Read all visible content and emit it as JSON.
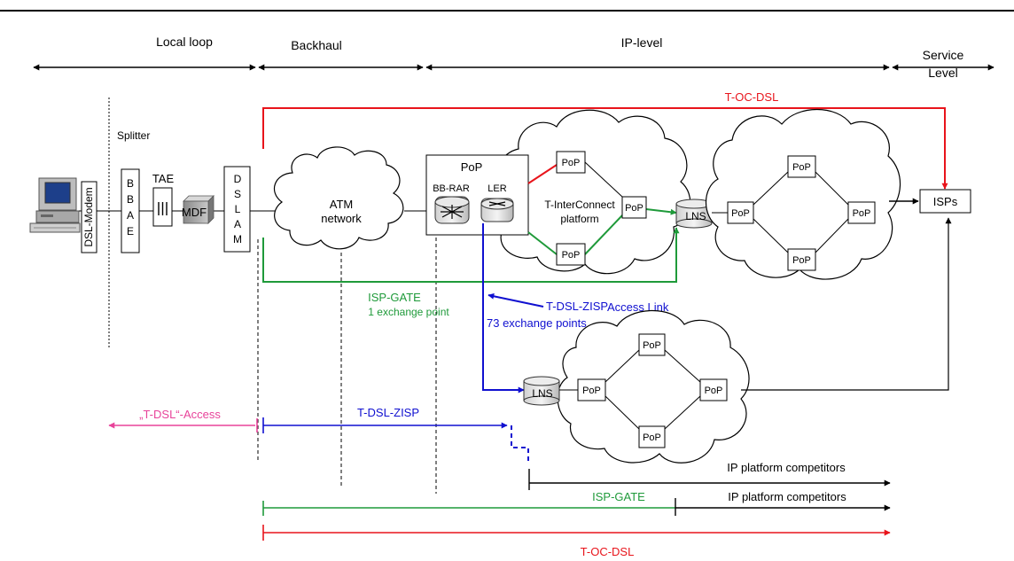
{
  "zones": {
    "local_loop": "Local loop",
    "backhaul": "Backhaul",
    "ip_level": "IP-level",
    "service_level_1": "Service",
    "service_level_2": "Level"
  },
  "labels": {
    "t_oc_dsl_top": "T-OC-DSL",
    "t_oc_dsl_bottom": "T-OC-DSL",
    "splitter": "Splitter",
    "dsl_modem": "DSL-Modem",
    "bbae": "BBAE",
    "tae": "TAE",
    "mdf": "MDF",
    "dslam": "DSLAM",
    "atm_1": "ATM",
    "atm_2": "network",
    "pop_box_title": "PoP",
    "bb_rar": "BB-RAR",
    "ler": "LER",
    "interconnect_1": "T-InterConnect",
    "interconnect_2": "platform",
    "pop": "PoP",
    "lns": "LNS",
    "isps": "ISPs",
    "isp_gate_1": "ISP-GATE",
    "isp_gate_2": "1 exchange point",
    "zisp_access_1": "T-DSL-ZISP",
    "zisp_access_2": "Access Link",
    "zisp_access_3": "73 exchange points",
    "t_dsl_access": "„T-DSL“-Access",
    "t_dsl_zisp": "T-DSL-ZISP",
    "ip_competitors_1": "IP platform competitors",
    "isp_gate_bottom": "ISP-GATE",
    "ip_competitors_2": "IP platform competitors"
  },
  "colors": {
    "red": "#e8141b",
    "green": "#1f9a3a",
    "blue": "#1010d0",
    "pink": "#e8439a",
    "black": "#000000"
  }
}
